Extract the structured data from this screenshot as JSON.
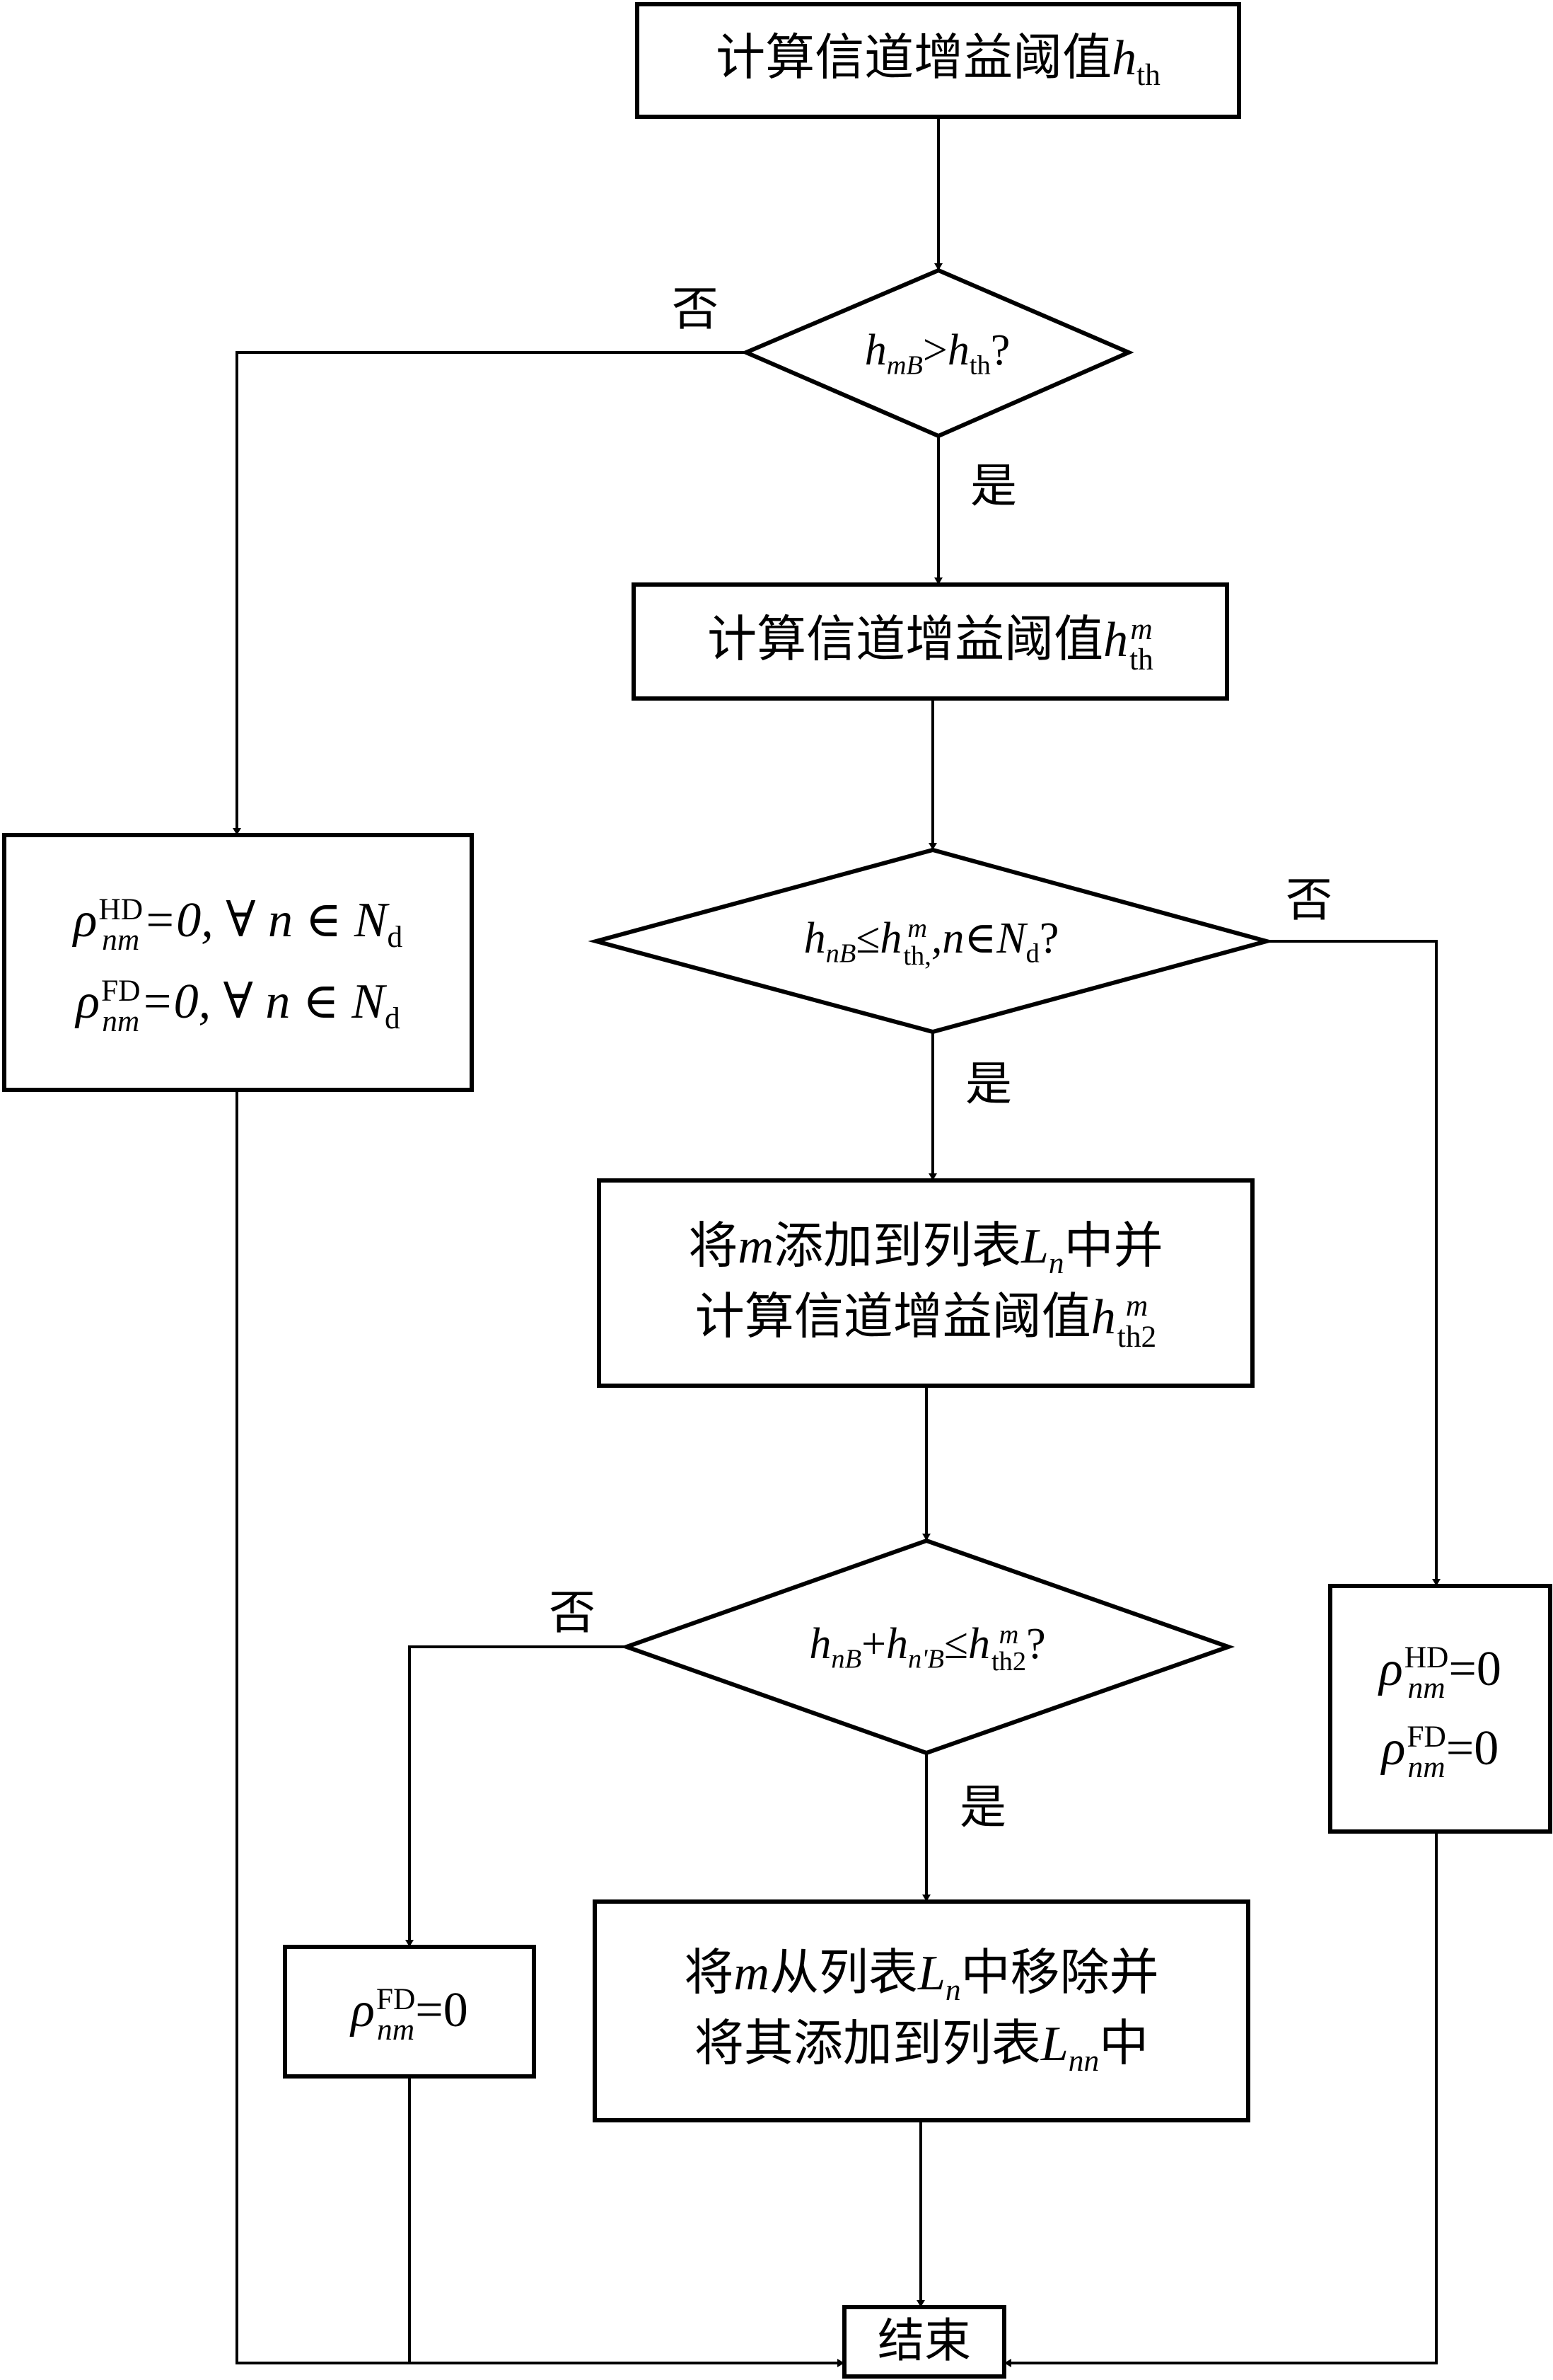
{
  "diagram": {
    "type": "flowchart",
    "nodes": {
      "start": {
        "text": "计算信道增益阈值",
        "math": "h_th"
      },
      "decision1": {
        "var": "h",
        "var_sub": "mB",
        "op": ">",
        "rhs": "h",
        "rhs_sub": "th",
        "tail": "?"
      },
      "compute_m": {
        "text": "计算信道增益阈值",
        "math_sup": "m",
        "math_sub": "th"
      },
      "decision2": {
        "var": "h",
        "var_sub": "nB",
        "op": "≤",
        "rhs": "h",
        "rhs_sup": "m",
        "rhs_sub": "th,",
        "mid": ",n∈N",
        "mid_sub": "d",
        "tail": "?"
      },
      "add_list": {
        "line1_pre": "将",
        "line1_var": "m",
        "line1_mid": "添加到列表",
        "line1_L": "L",
        "line1_Lsub": "n",
        "line1_post": "中并",
        "line2": "计算信道增益阈值",
        "line2_sup": "m",
        "line2_sub": "th2"
      },
      "decision3": {
        "a": "h",
        "a_sub": "nB",
        "plus": "+",
        "b": "h",
        "b_sub": "n'B",
        "op": "≤",
        "rhs": "h",
        "rhs_sup": "m",
        "rhs_sub": "th2",
        "tail": "?"
      },
      "move_list": {
        "line1_pre": "将",
        "line1_var": "m",
        "line1_mid": "从列表",
        "line1_L": "L",
        "line1_Lsub": "n",
        "line1_post": "中移除并",
        "line2_pre": "将其添加到列表",
        "line2_L": "L",
        "line2_Lsub": "nn",
        "line2_post": "中"
      },
      "zero_all": {
        "rho": "ρ",
        "sup1": "HD",
        "sup2": "FD",
        "sub": "nm",
        "rest": "=0, ∀ n ∈ N",
        "rest_sub": "d"
      },
      "zero_fd": {
        "rho": "ρ",
        "sup": "FD",
        "sub": "nm",
        "rest": "=0"
      },
      "zero_both": {
        "rho": "ρ",
        "sup1": "HD",
        "sup2": "FD",
        "sub": "nm",
        "rest": "=0"
      },
      "end": {
        "text": "结束"
      }
    },
    "edge_labels": {
      "d1_no": "否",
      "d1_yes": "是",
      "d2_no": "否",
      "d2_yes": "是",
      "d3_no": "否",
      "d3_yes": "是"
    }
  }
}
